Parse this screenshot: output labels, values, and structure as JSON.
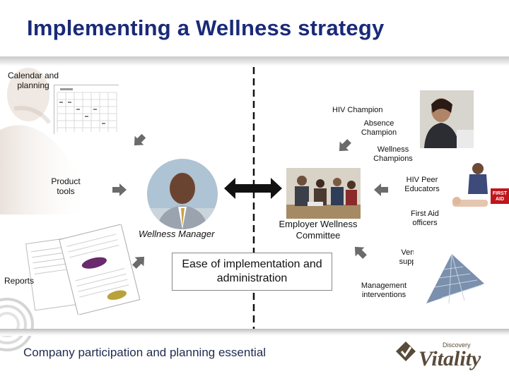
{
  "title": "Implementing a Wellness strategy",
  "center": {
    "manager_label": "Wellness Manager",
    "committee_label": "Employer Wellness Committee",
    "ease_text": "Ease of implementation and administration"
  },
  "left_items": {
    "calendar_label": "Calendar and planning",
    "product_tools_label": "Product tools",
    "reports_label": "Reports"
  },
  "right_items": {
    "hiv_champion": "HIV Champion",
    "absence_champion": "Absence Champion",
    "wellness_champions": "Wellness Champions",
    "hiv_peer_educators": "HIV Peer Educators",
    "first_aid_officers": "First Aid officers",
    "venue_support": "Venue support",
    "management_interventions": "Management interventions"
  },
  "footer": {
    "text": "Company participation and planning essential",
    "logo_small": "Discovery",
    "logo_main": "Vitality"
  },
  "first_aid_sign": "FIRST AID",
  "colors": {
    "title": "#1a2a78",
    "arrow": "#6b6b6b",
    "footer_text": "#1f2a50",
    "logo": "#5a4a3a"
  }
}
